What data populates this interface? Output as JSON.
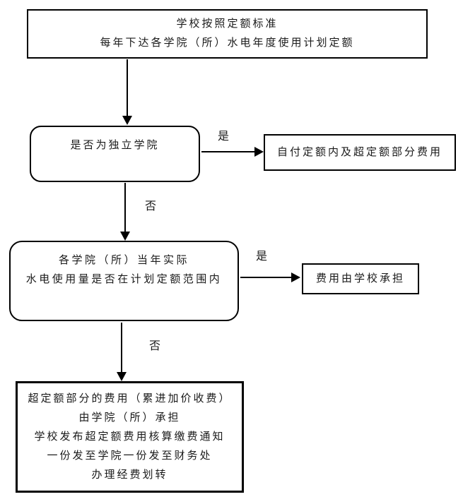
{
  "diagram": {
    "type": "flowchart",
    "background": "#ffffff",
    "line_color": "#000000",
    "text_color": "#1a1a1a",
    "nodes": {
      "start": {
        "shape": "rectangle",
        "lines": [
          "学校按照定额标准",
          "每年下达各学院（所）水电年度使用计划定额"
        ]
      },
      "decision1": {
        "shape": "rounded-rectangle",
        "label": "是否为独立学院"
      },
      "result1": {
        "shape": "rectangle",
        "label": "自付定额内及超定额部分费用"
      },
      "decision2": {
        "shape": "rounded-rectangle",
        "lines": [
          "各学院（所）当年实际",
          "水电使用量是否在计划定额范围内"
        ]
      },
      "result2": {
        "shape": "rectangle",
        "label": "费用由学校承担"
      },
      "final": {
        "shape": "rectangle",
        "lines": [
          "超定额部分的费用（累进加价收费）",
          "由学院（所）承担",
          "学校发布超定额费用核算缴费通知",
          "一份发至学院一份发至财务处",
          "办理经费划转"
        ]
      }
    },
    "edges": {
      "yes1": {
        "label": "是",
        "from": "decision1",
        "to": "result1"
      },
      "no1": {
        "label": "否",
        "from": "decision1",
        "to": "decision2"
      },
      "yes2": {
        "label": "是",
        "from": "decision2",
        "to": "result2"
      },
      "no2": {
        "label": "否",
        "from": "decision2",
        "to": "final"
      },
      "start_to_decision1": {
        "label": "",
        "from": "start",
        "to": "decision1"
      }
    }
  }
}
